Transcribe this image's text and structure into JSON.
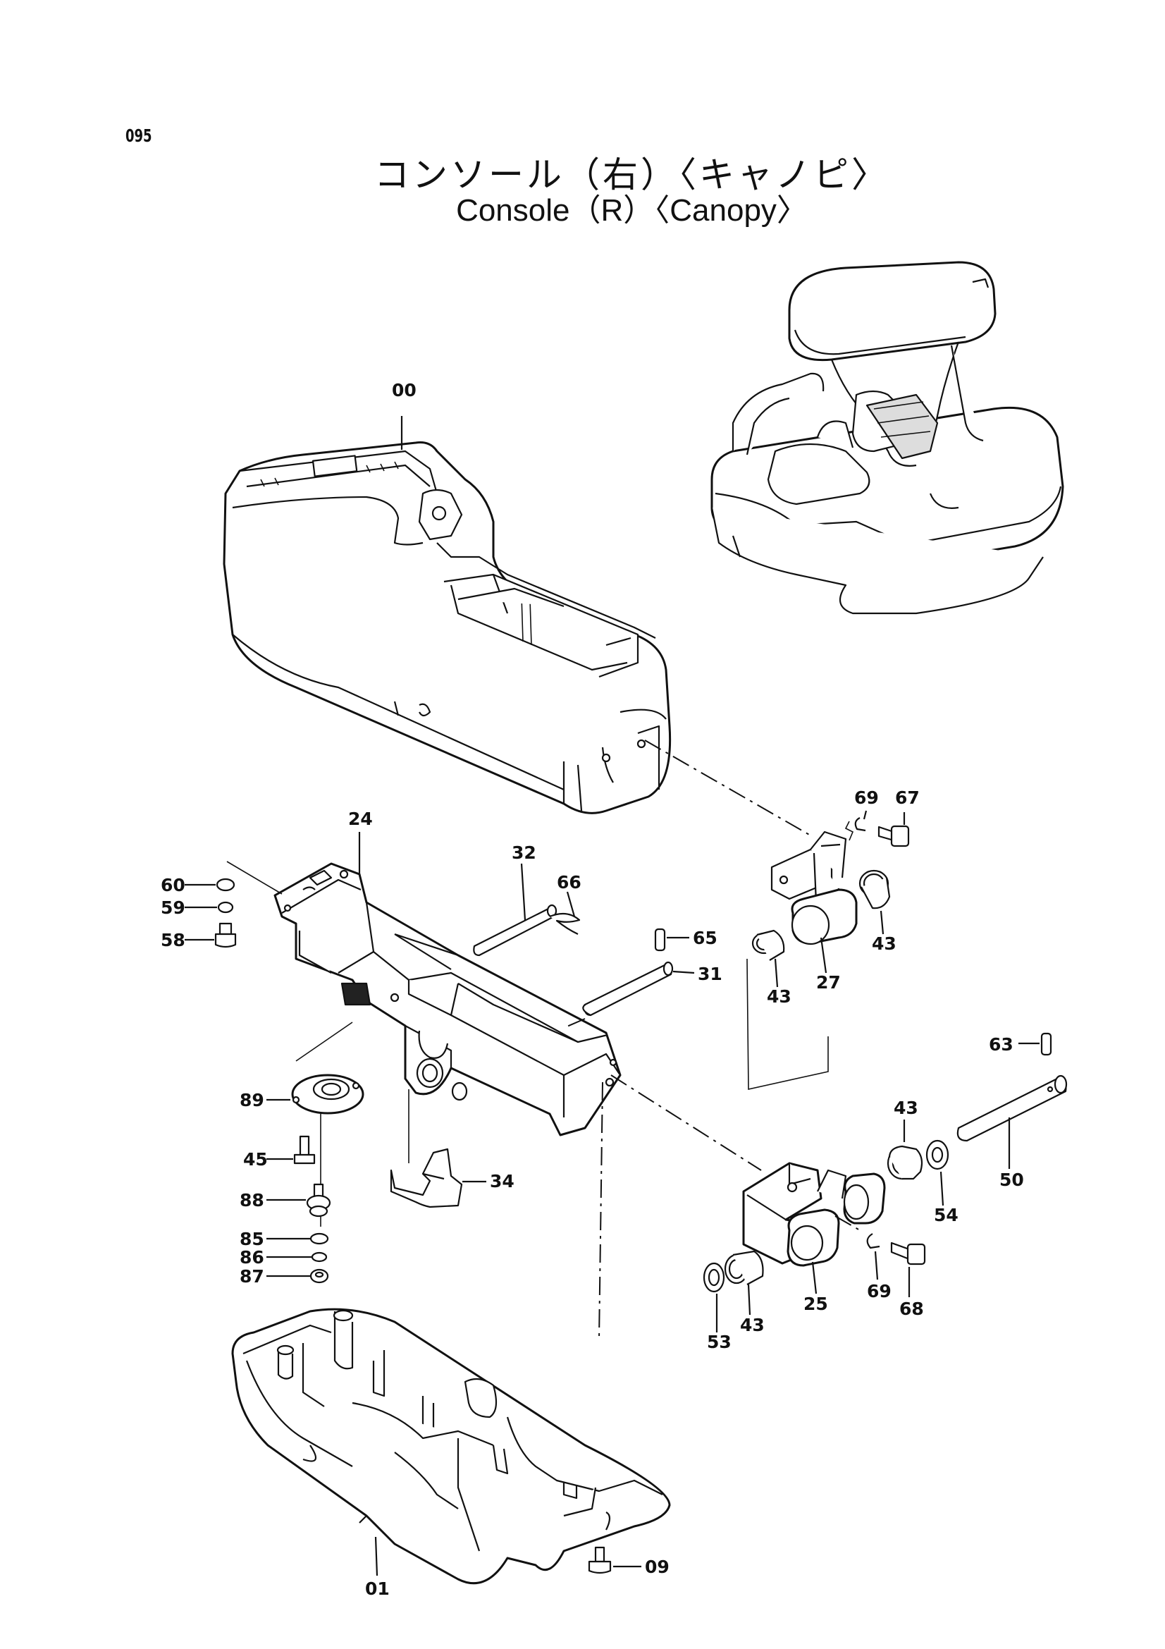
{
  "page": {
    "number": "095",
    "title_jp": "コンソール（右）〈キャノピ〉",
    "title_en": "Console（R）〈Canopy〉"
  },
  "labels": [
    {
      "id": "00",
      "text": "00"
    },
    {
      "id": "01",
      "text": "01"
    },
    {
      "id": "09",
      "text": "09"
    },
    {
      "id": "24",
      "text": "24"
    },
    {
      "id": "25",
      "text": "25"
    },
    {
      "id": "27",
      "text": "27"
    },
    {
      "id": "31",
      "text": "31"
    },
    {
      "id": "32",
      "text": "32"
    },
    {
      "id": "34",
      "text": "34"
    },
    {
      "id": "43a",
      "text": "43"
    },
    {
      "id": "43b",
      "text": "43"
    },
    {
      "id": "43c",
      "text": "43"
    },
    {
      "id": "43d",
      "text": "43"
    },
    {
      "id": "45",
      "text": "45"
    },
    {
      "id": "50",
      "text": "50"
    },
    {
      "id": "53",
      "text": "53"
    },
    {
      "id": "54",
      "text": "54"
    },
    {
      "id": "58",
      "text": "58"
    },
    {
      "id": "59",
      "text": "59"
    },
    {
      "id": "60",
      "text": "60"
    },
    {
      "id": "63",
      "text": "63"
    },
    {
      "id": "65",
      "text": "65"
    },
    {
      "id": "66",
      "text": "66"
    },
    {
      "id": "67",
      "text": "67"
    },
    {
      "id": "68",
      "text": "68"
    },
    {
      "id": "69a",
      "text": "69"
    },
    {
      "id": "69b",
      "text": "69"
    },
    {
      "id": "85",
      "text": "85"
    },
    {
      "id": "86",
      "text": "86"
    },
    {
      "id": "87",
      "text": "87"
    },
    {
      "id": "88",
      "text": "88"
    },
    {
      "id": "89",
      "text": "89"
    }
  ]
}
